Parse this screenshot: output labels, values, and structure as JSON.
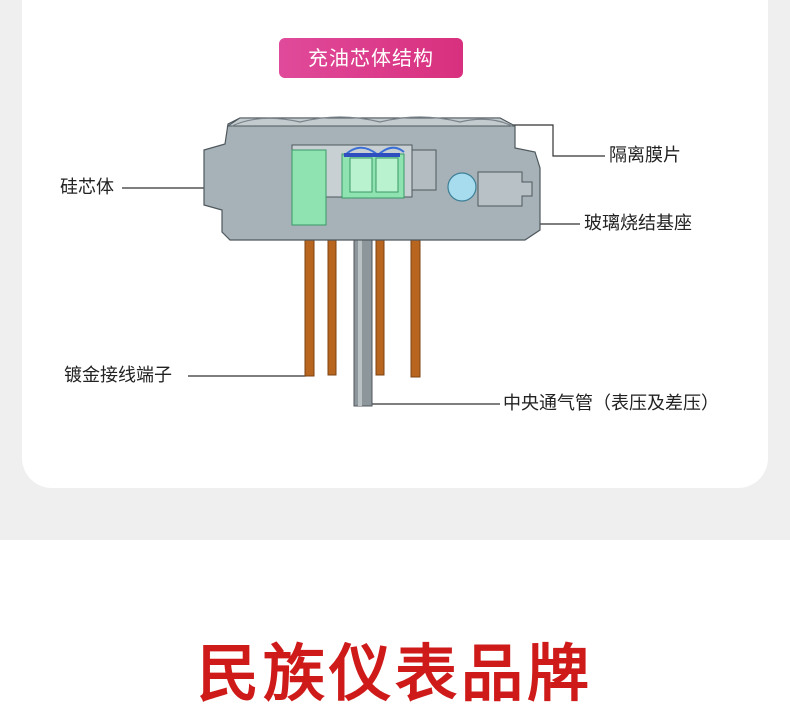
{
  "header": {
    "title": "充油芯体结构"
  },
  "callouts": {
    "diaphragm": "隔离膜片",
    "silicon_core": "硅芯体",
    "glass_base": "玻璃烧结基座",
    "gold_terminal": "镀金接线端子",
    "center_vent": "中央通气管（表压及差压）"
  },
  "brand": {
    "name": "民族仪表品牌"
  },
  "colors": {
    "pill_start": "#e04a9a",
    "pill_end": "#d8307e",
    "brand_red": "#cf1a1a",
    "housing_gray": "#a7b2b8",
    "pin_copper": "#b8651f",
    "green_fill": "#8fe3b0"
  }
}
